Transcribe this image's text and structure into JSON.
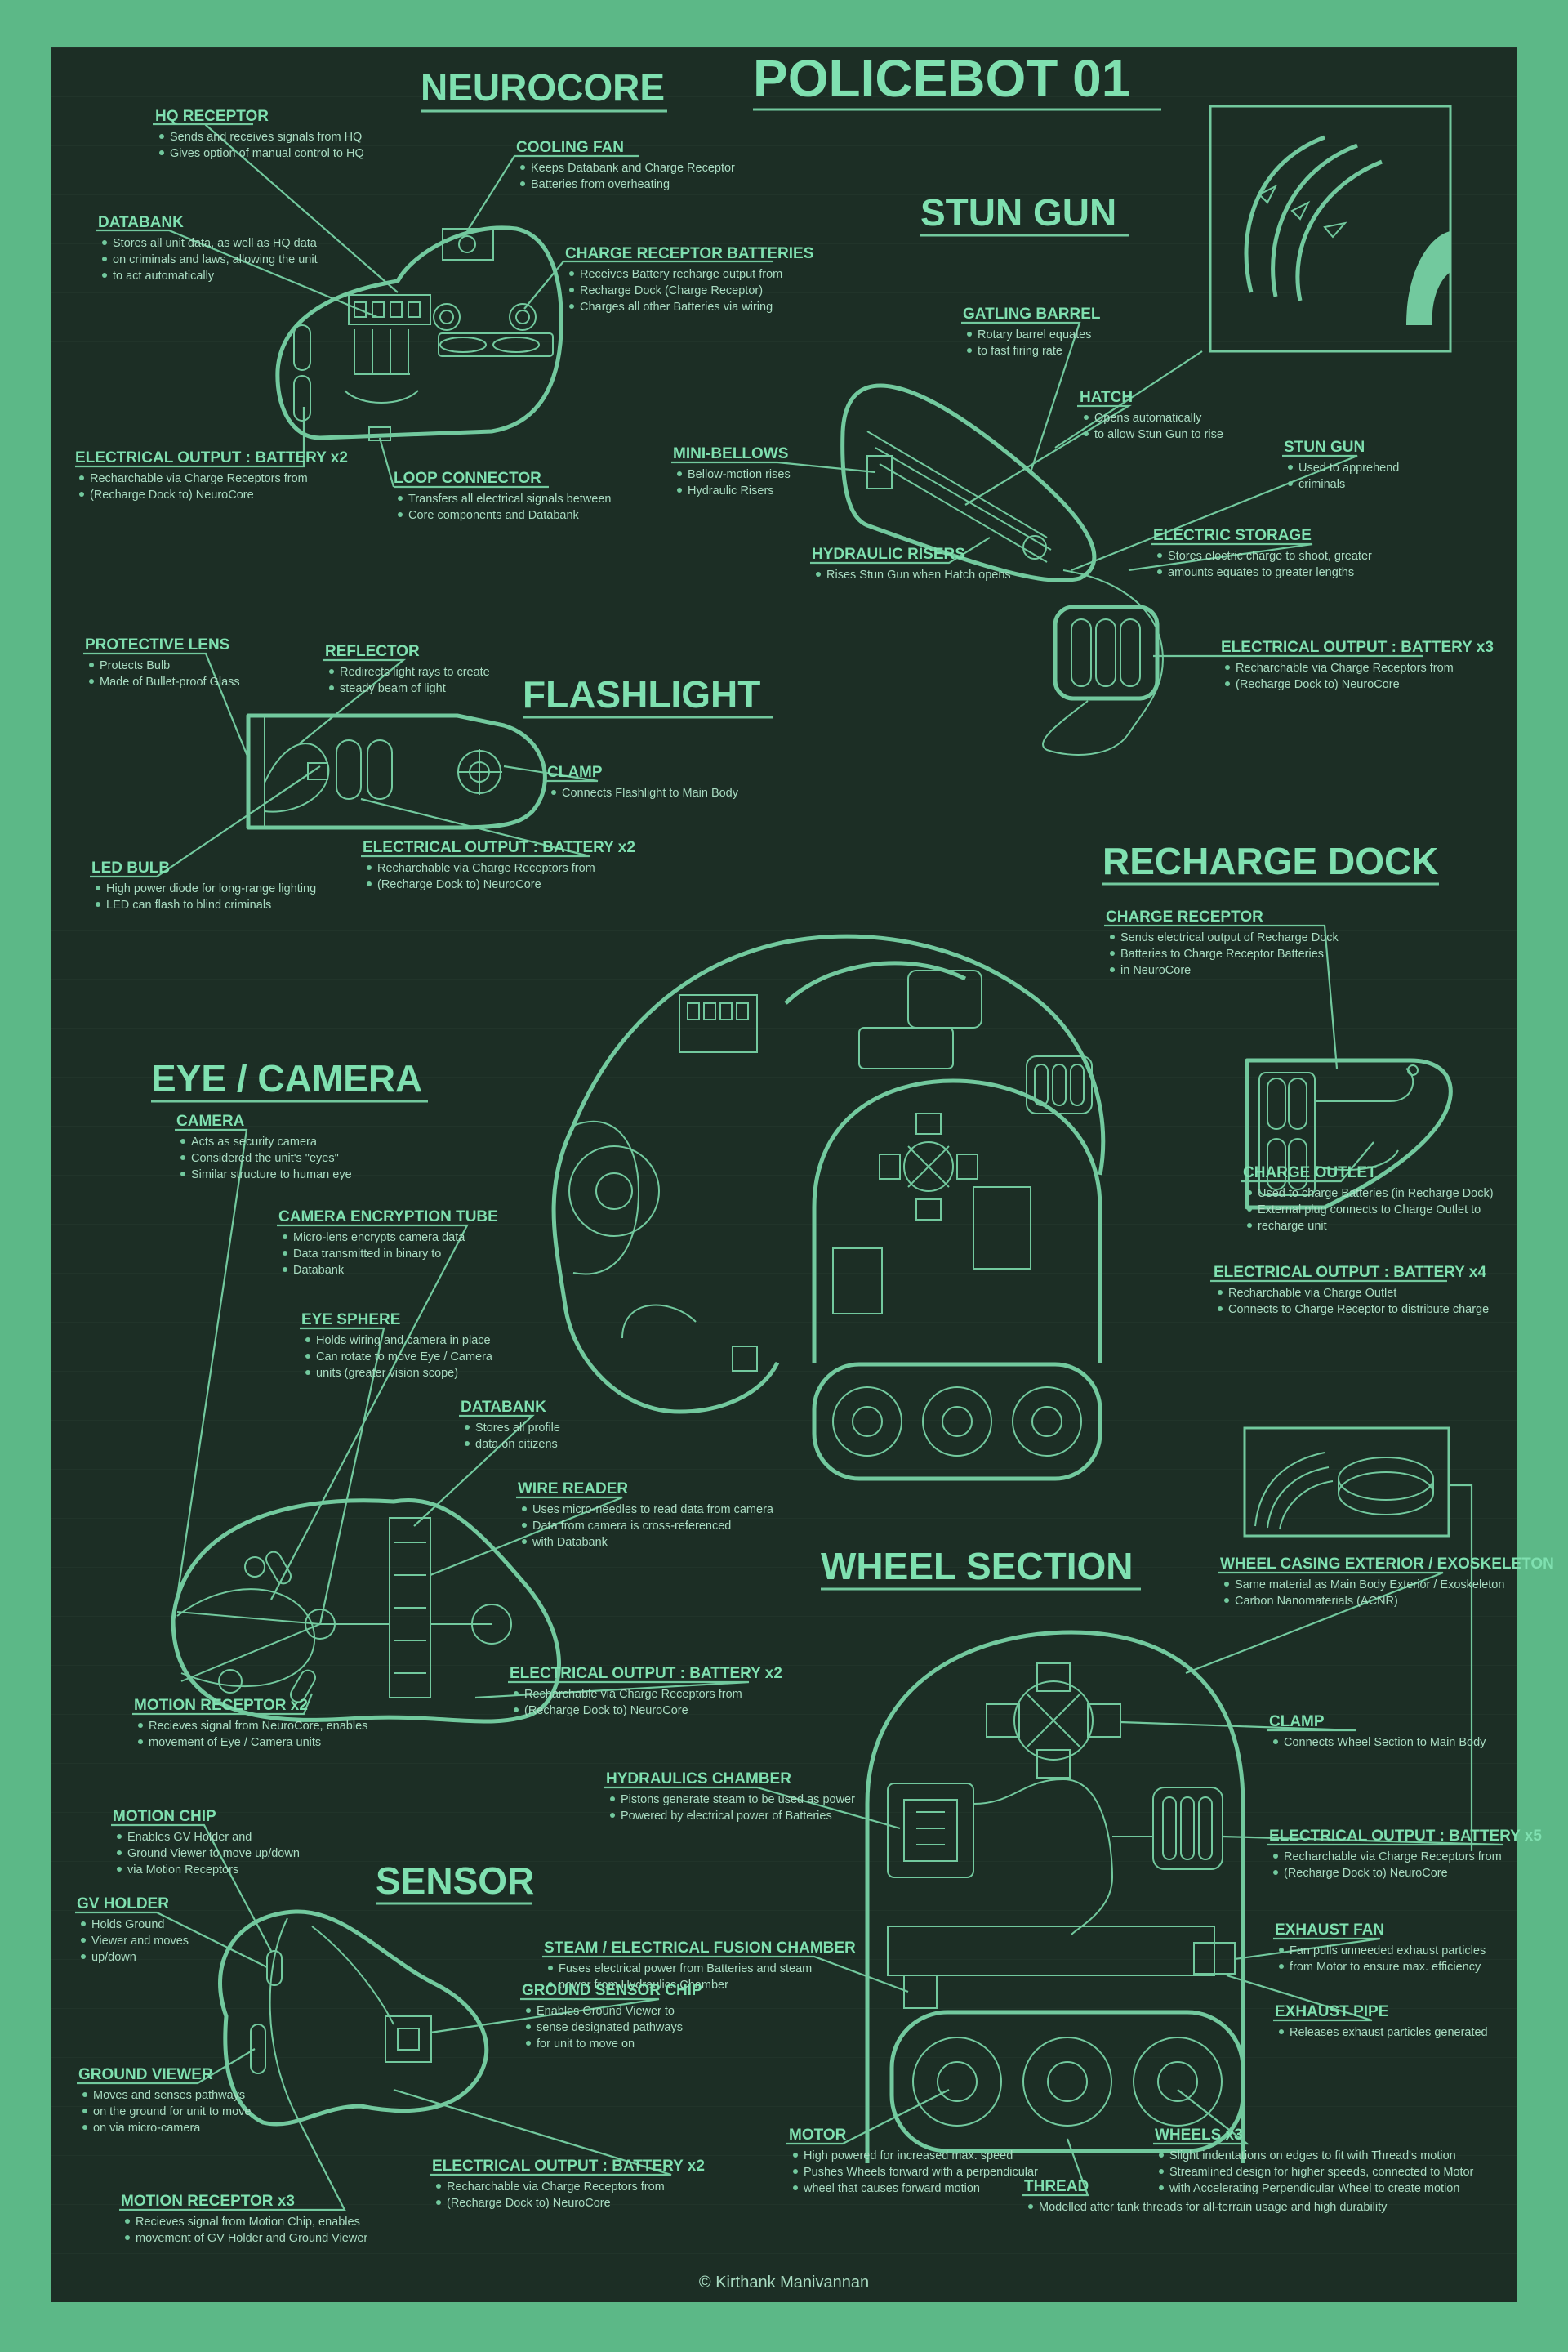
{
  "title": "POLICEBOT 01",
  "copyright": "© Kirthank Manivannan",
  "colors": {
    "background": "#1c2e25",
    "frame": "#5cb887",
    "accent": "#7fe0b0",
    "line": "#72c99e"
  },
  "sections": {
    "neurocore": "NEUROCORE",
    "stun_gun": "STUN GUN",
    "flashlight": "FLASHLIGHT",
    "recharge_dock": "RECHARGE DOCK",
    "eye_camera": "EYE / CAMERA",
    "wheel_section": "WHEEL SECTION",
    "sensor": "SENSOR"
  },
  "callouts": [
    {
      "id": "hq-receptor",
      "label": "HQ RECEPTOR",
      "notes": [
        "Sends and receives signals from HQ",
        "Gives option of manual control to HQ"
      ]
    },
    {
      "id": "cooling-fan",
      "label": "COOLING FAN",
      "notes": [
        "Keeps Databank and Charge Receptor",
        "Batteries from overheating"
      ]
    },
    {
      "id": "databank-core",
      "label": "DATABANK",
      "notes": [
        "Stores all unit data, as well as HQ data",
        "on criminals and laws, allowing the unit",
        "to act automatically"
      ]
    },
    {
      "id": "charge-receptor-batteries",
      "label": "CHARGE RECEPTOR BATTERIES",
      "notes": [
        "Receives  Battery recharge output from",
        "Recharge Dock (Charge Receptor)",
        "Charges all other Batteries via wiring"
      ]
    },
    {
      "id": "core-battery",
      "label": "ELECTRICAL OUTPUT : BATTERY x2",
      "notes": [
        "Recharchable via Charge Receptors from",
        "(Recharge Dock to) NeuroCore"
      ]
    },
    {
      "id": "loop-connector",
      "label": "LOOP CONNECTOR",
      "notes": [
        "Transfers all electrical signals between",
        "Core components and Databank"
      ]
    },
    {
      "id": "gatling-barrel",
      "label": "GATLING BARREL",
      "notes": [
        "Rotary barrel equates",
        "to fast firing rate"
      ]
    },
    {
      "id": "hatch",
      "label": "HATCH",
      "notes": [
        "Opens automatically",
        "to allow Stun Gun to rise"
      ]
    },
    {
      "id": "mini-bellows",
      "label": "MINI-BELLOWS",
      "notes": [
        "Bellow-motion rises",
        "Hydraulic Risers"
      ]
    },
    {
      "id": "stun-gun",
      "label": "STUN GUN",
      "notes": [
        "Used to apprehend",
        "criminals"
      ]
    },
    {
      "id": "electric-storage",
      "label": "ELECTRIC STORAGE",
      "notes": [
        "Stores electric charge to shoot, greater",
        "amounts equates to greater lengths"
      ]
    },
    {
      "id": "hydraulic-risers",
      "label": "HYDRAULIC RISERS",
      "notes": [
        "Rises Stun Gun when Hatch opens"
      ]
    },
    {
      "id": "gun-battery",
      "label": "ELECTRICAL OUTPUT : BATTERY x3",
      "notes": [
        "Recharchable via Charge Receptors from",
        "(Recharge Dock to) NeuroCore"
      ]
    },
    {
      "id": "protective-lens",
      "label": "PROTECTIVE LENS",
      "notes": [
        "Protects Bulb",
        "Made of Bullet-proof Glass"
      ]
    },
    {
      "id": "reflector",
      "label": "REFLECTOR",
      "notes": [
        "Redirects light rays to create",
        "steady beam of light"
      ]
    },
    {
      "id": "clamp-flash",
      "label": "CLAMP",
      "notes": [
        "Connects Flashlight to Main Body"
      ]
    },
    {
      "id": "led-bulb",
      "label": "LED BULB",
      "notes": [
        "High power diode for long-range lighting",
        "LED can flash to blind criminals"
      ]
    },
    {
      "id": "flash-battery",
      "label": "ELECTRICAL OUTPUT : BATTERY x2",
      "notes": [
        "Recharchable via Charge Receptors from",
        "(Recharge Dock to) NeuroCore"
      ]
    },
    {
      "id": "charge-receptor",
      "label": "CHARGE RECEPTOR",
      "notes": [
        "Sends electrical output of Recharge Dock",
        "Batteries to Charge Receptor Batteries",
        "in NeuroCore"
      ]
    },
    {
      "id": "charge-outlet",
      "label": "CHARGE OUTLET",
      "notes": [
        "Used to charge Batteries (in Recharge Dock)",
        "External plug connects to Charge Outlet to",
        "recharge unit"
      ]
    },
    {
      "id": "dock-battery",
      "label": "ELECTRICAL OUTPUT : BATTERY x4",
      "notes": [
        "Recharchable via Charge Outlet",
        "Connects to Charge Receptor to distribute charge"
      ]
    },
    {
      "id": "camera",
      "label": "CAMERA",
      "notes": [
        "Acts as security camera",
        "Considered the unit's \"eyes\"",
        "Similar structure to human eye"
      ]
    },
    {
      "id": "camera-encryption",
      "label": "CAMERA ENCRYPTION TUBE",
      "notes": [
        "Micro-lens encrypts camera data",
        "Data transmitted in binary to",
        "Databank"
      ]
    },
    {
      "id": "eye-sphere",
      "label": "EYE SPHERE",
      "notes": [
        "Holds wiring and camera in place",
        "Can rotate to move Eye / Camera",
        "units (greater vision scope)"
      ]
    },
    {
      "id": "databank-eye",
      "label": "DATABANK",
      "notes": [
        "Stores all profile",
        "data on citizens"
      ]
    },
    {
      "id": "wire-reader",
      "label": "WIRE READER",
      "notes": [
        "Uses micro-needles to read data from camera",
        "Data from camera is cross-referenced",
        "with Databank"
      ]
    },
    {
      "id": "eye-battery",
      "label": "ELECTRICAL OUTPUT : BATTERY x2",
      "notes": [
        "Recharchable via Charge Receptors from",
        "(Recharge Dock to) NeuroCore"
      ]
    },
    {
      "id": "motion-receptor-eye",
      "label": "MOTION RECEPTOR x2",
      "notes": [
        "Recieves signal from NeuroCore, enables",
        "movement of Eye / Camera units"
      ]
    },
    {
      "id": "wheel-casing",
      "label": "WHEEL CASING EXTERIOR / EXOSKELETON",
      "notes": [
        "Same material as Main Body Exterior / Exoskeleton",
        "Carbon Nanomaterials (ACNR)"
      ]
    },
    {
      "id": "clamp-wheel",
      "label": "CLAMP",
      "notes": [
        "Connects Wheel Section to Main Body"
      ]
    },
    {
      "id": "hydraulics-chamber",
      "label": "HYDRAULICS CHAMBER",
      "notes": [
        "Pistons generate steam to be used as power",
        "Powered by electrical power of Batteries"
      ]
    },
    {
      "id": "wheel-battery",
      "label": "ELECTRICAL OUTPUT : BATTERY x5",
      "notes": [
        "Recharchable via Charge Receptors from",
        "(Recharge Dock to) NeuroCore"
      ]
    },
    {
      "id": "exhaust-fan",
      "label": "EXHAUST FAN",
      "notes": [
        "Fan pulls unneeded exhaust particles",
        "from Motor to ensure max. efficiency"
      ]
    },
    {
      "id": "steam-chamber",
      "label": "STEAM / ELECTRICAL FUSION CHAMBER",
      "notes": [
        "Fuses electrical power from Batteries and steam",
        "power from Hydraulics Chamber"
      ]
    },
    {
      "id": "exhaust-pipe",
      "label": "EXHAUST PIPE",
      "notes": [
        "Releases exhaust particles generated"
      ]
    },
    {
      "id": "motor",
      "label": "MOTOR",
      "notes": [
        "High powered for increased max. speed",
        "Pushes Wheels forward with a perpendicular",
        "wheel that causes forward motion"
      ]
    },
    {
      "id": "wheels",
      "label": "WHEELS x3",
      "notes": [
        "Slight indentations on edges to fit with Thread's motion",
        "Streamlined design for higher speeds, connected to Motor",
        "with Accelerating Perpendicular Wheel to create motion"
      ]
    },
    {
      "id": "thread",
      "label": "THREAD",
      "notes": [
        "Modelled after tank threads for all-terrain usage and high durability"
      ]
    },
    {
      "id": "motion-chip",
      "label": "MOTION CHIP",
      "notes": [
        "Enables GV Holder and",
        "Ground Viewer to move up/down",
        "via Motion Receptors"
      ]
    },
    {
      "id": "gv-holder",
      "label": "GV HOLDER",
      "notes": [
        "Holds Ground",
        "Viewer and moves",
        "up/down"
      ]
    },
    {
      "id": "ground-sensor-chip",
      "label": "GROUND SENSOR CHIP",
      "notes": [
        "Enables Ground Viewer to",
        "sense designated pathways",
        "for unit to move on"
      ]
    },
    {
      "id": "ground-viewer",
      "label": "GROUND VIEWER",
      "notes": [
        "Moves and senses pathways",
        "on the ground for unit to move",
        "on via micro-camera"
      ]
    },
    {
      "id": "sensor-battery",
      "label": "ELECTRICAL OUTPUT : BATTERY x2",
      "notes": [
        "Recharchable via Charge Receptors from",
        "(Recharge Dock to) NeuroCore"
      ]
    },
    {
      "id": "motion-receptor-sensor",
      "label": "MOTION RECEPTOR x3",
      "notes": [
        "Recieves signal from Motion Chip, enables",
        "movement of GV Holder and Ground Viewer"
      ]
    }
  ]
}
